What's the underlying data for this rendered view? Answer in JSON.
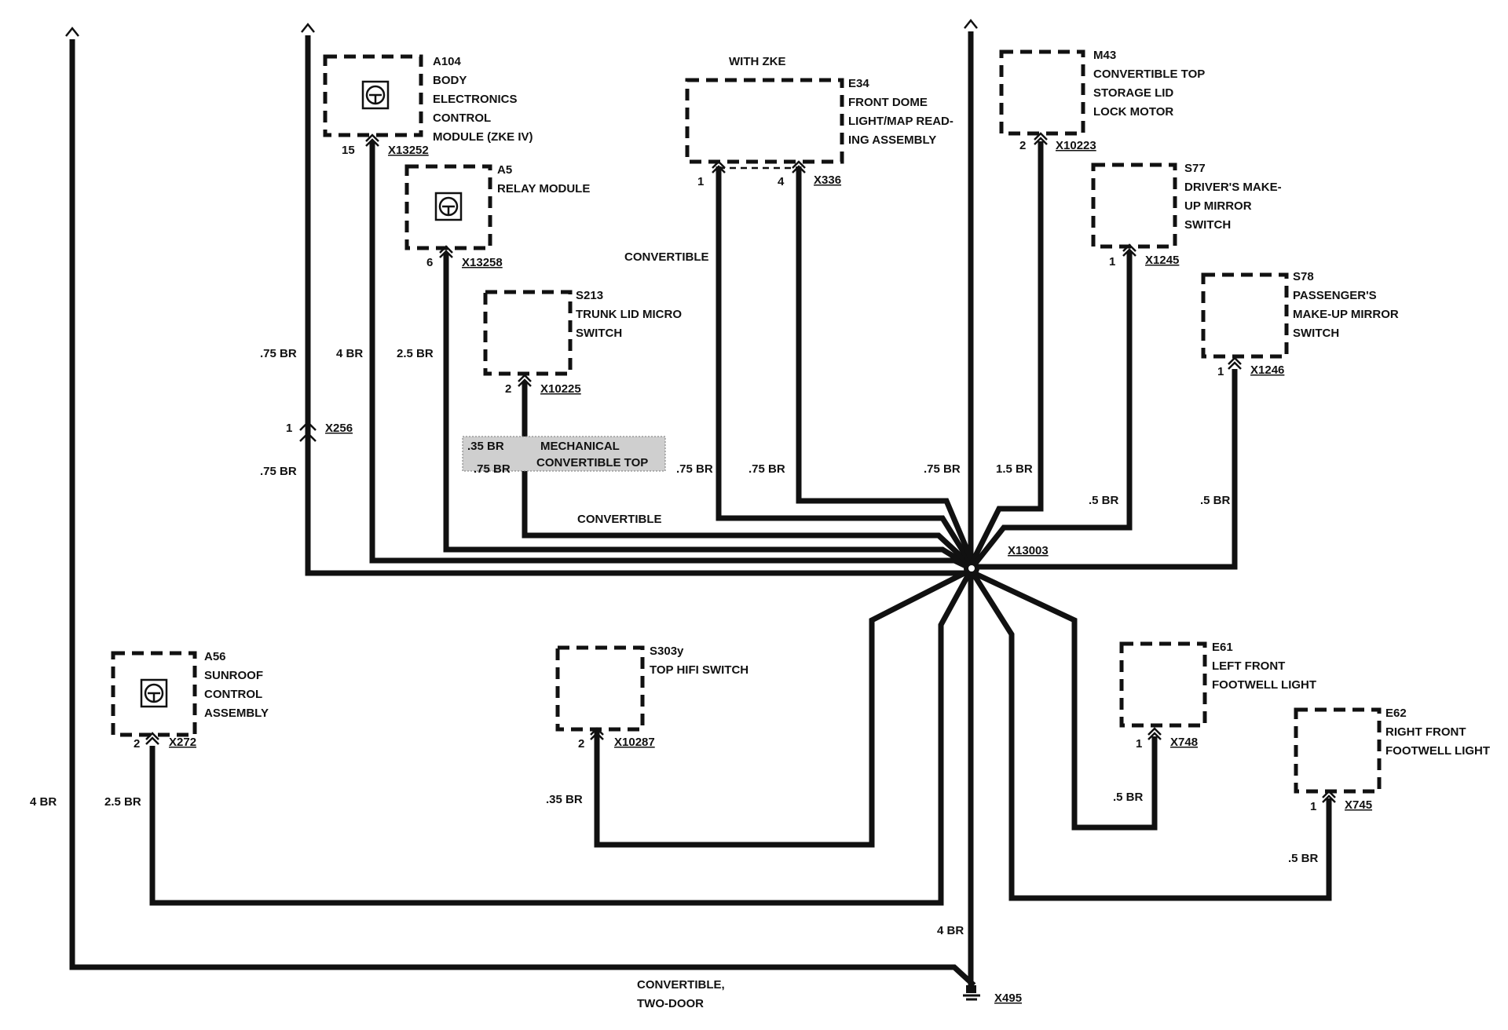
{
  "components": {
    "a104": {
      "id": "A104",
      "l1": "BODY",
      "l2": "ELECTRONICS",
      "l3": "CONTROL",
      "l4": "MODULE (ZKE IV)",
      "pin": "15",
      "conn": "X13252"
    },
    "a5": {
      "id": "A5",
      "l1": "RELAY MODULE",
      "pin": "6",
      "conn": "X13258"
    },
    "s213": {
      "id": "S213",
      "l1": "TRUNK LID MICRO",
      "l2": "SWITCH",
      "pin": "2",
      "conn": "X10225"
    },
    "e34": {
      "note": "WITH ZKE",
      "id": "E34",
      "l1": "FRONT DOME",
      "l2": "LIGHT/MAP READ-",
      "l3": "ING ASSEMBLY",
      "pin1": "1",
      "pin2": "4",
      "conn": "X336"
    },
    "m43": {
      "id": "M43",
      "l1": "CONVERTIBLE TOP",
      "l2": "STORAGE LID",
      "l3": "LOCK MOTOR",
      "pin": "2",
      "conn": "X10223"
    },
    "s77": {
      "id": "S77",
      "l1": "DRIVER'S MAKE-",
      "l2": "UP MIRROR",
      "l3": "SWITCH",
      "pin": "1",
      "conn": "X1245"
    },
    "s78": {
      "id": "S78",
      "l1": "PASSENGER'S",
      "l2": "MAKE-UP MIRROR",
      "l3": "SWITCH",
      "pin": "1",
      "conn": "X1246"
    },
    "a56": {
      "id": "A56",
      "l1": "SUNROOF",
      "l2": "CONTROL",
      "l3": "ASSEMBLY",
      "pin": "2",
      "conn": "X272"
    },
    "s303y": {
      "id": "S303y",
      "l1": "TOP HIFI SWITCH",
      "pin": "2",
      "conn": "X10287"
    },
    "e61": {
      "id": "E61",
      "l1": "LEFT FRONT",
      "l2": "FOOTWELL LIGHT",
      "pin": "1",
      "conn": "X748"
    },
    "e62": {
      "id": "E62",
      "l1": "RIGHT FRONT",
      "l2": "FOOTWELL LIGHT",
      "pin": "1",
      "conn": "X745"
    }
  },
  "connectors": {
    "x256_pin": "1",
    "x256": "X256",
    "x13003": "X13003",
    "x495": "X495"
  },
  "wires": {
    "w1": ".75 BR",
    "w2": "4 BR",
    "w3": "2.5 BR",
    "w4": ".75 BR",
    "w5": ".75 BR",
    "w6": ".35 BR",
    "w7": ".75 BR",
    "w8": ".75 BR",
    "w9": ".75 BR",
    "w10": "1.5 BR",
    "w11": ".5 BR",
    "w12": ".5 BR",
    "w13": "4 BR",
    "w14": "2.5 BR",
    "w15": ".35 BR",
    "w16": ".5 BR",
    "w17": ".5 BR",
    "w18": "4 BR"
  },
  "notes": {
    "convertible1": "CONVERTIBLE",
    "convertible2": "CONVERTIBLE",
    "mech1": "MECHANICAL",
    "mech2": "CONVERTIBLE TOP",
    "conv_two_door1": "CONVERTIBLE,",
    "conv_two_door2": "TWO-DOOR"
  }
}
